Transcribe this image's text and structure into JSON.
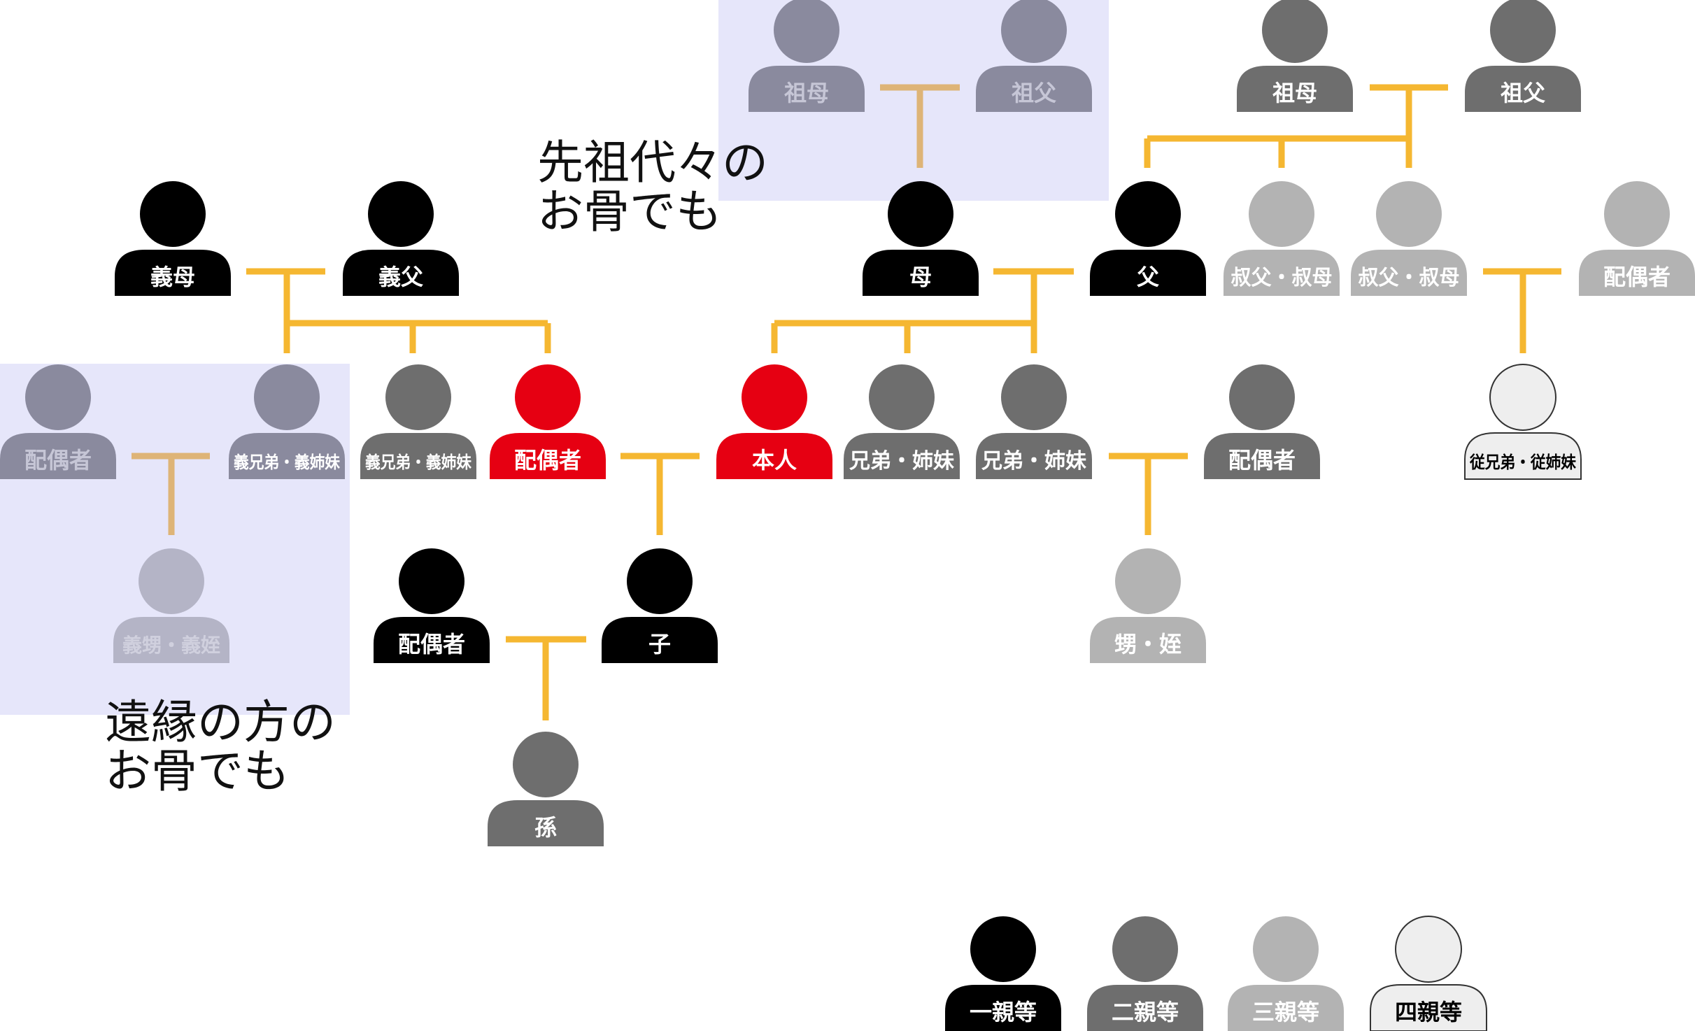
{
  "captions": {
    "ancestors": [
      "先祖代々の",
      "お骨でも"
    ],
    "distant": [
      "遠縁の方の",
      "お骨でも"
    ]
  },
  "degree_colors": {
    "self": "#e60012",
    "first": "#000000",
    "second": "#6e6e6e",
    "third": "#b3b3b3",
    "fourth": "#eeeeee",
    "highlighted_second": "#8a8a9e",
    "highlighted_third": "#b4b4c6"
  },
  "highlight_color": "#e6e6fa",
  "line_colors": {
    "normal": "#f5b731",
    "highlighted": "#deb477"
  },
  "people": {
    "pat_grandmother": "祖母",
    "pat_grandfather": "祖父",
    "mat_grandmother": "祖母",
    "mat_grandfather": "祖父",
    "mother_in_law": "義母",
    "father_in_law": "義父",
    "mother": "母",
    "father": "父",
    "uncle_aunt_1": "叔父・叔母",
    "uncle_aunt_2": "叔父・叔母",
    "uncle_aunt_spouse": "配偶者",
    "sibling_in_law_spouse": "配偶者",
    "sibling_in_law_1": "義兄弟・義姉妹",
    "sibling_in_law_2": "義兄弟・義姉妹",
    "spouse": "配偶者",
    "self": "本人",
    "sibling_1": "兄弟・姉妹",
    "sibling_2": "兄弟・姉妹",
    "sibling_spouse": "配偶者",
    "cousin": "従兄弟・従姉妹",
    "nephew_in_law": "義甥・義姪",
    "child_spouse": "配偶者",
    "child": "子",
    "nephew_niece": "甥・姪",
    "grandchild": "孫"
  },
  "legend": {
    "first": "一親等",
    "second": "二親等",
    "third": "三親等",
    "fourth": "四親等"
  }
}
